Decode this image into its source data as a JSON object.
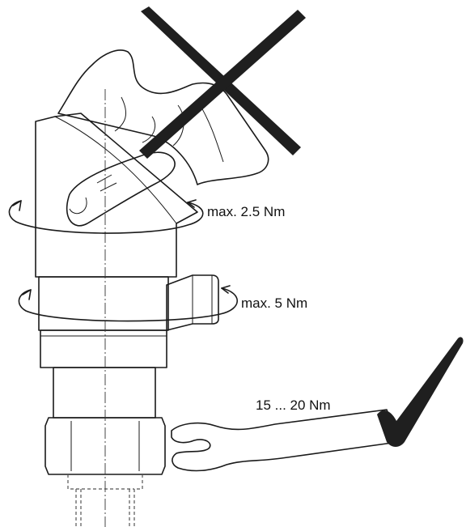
{
  "annotations": {
    "housing_torque": "max. 2.5 Nm",
    "connector_torque": "max. 5 Nm",
    "wrench_torque": "15 ... 20 Nm"
  },
  "marks": {
    "wrong_mark": "x-cross-icon",
    "correct_mark": "check-mark-icon"
  },
  "colors": {
    "line": "#1a1a1a",
    "mark_fill": "#1f1f1f",
    "background": "#ffffff"
  }
}
